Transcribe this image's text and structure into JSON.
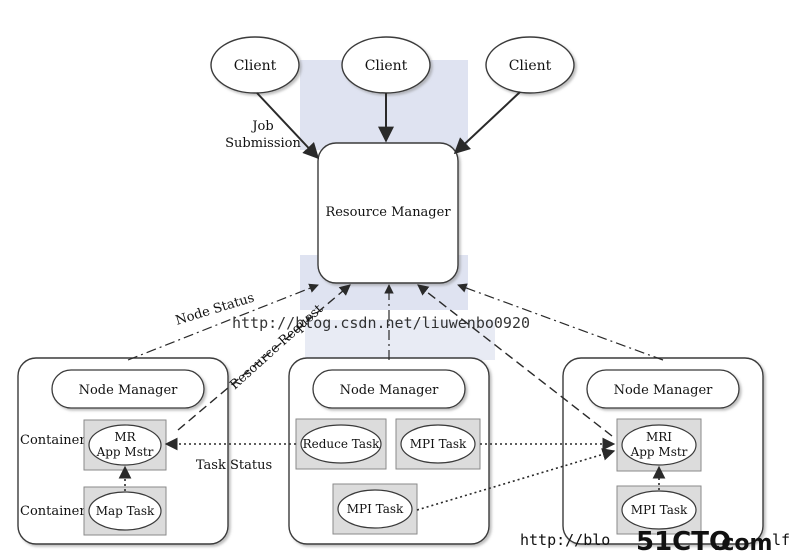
{
  "clients": [
    {
      "label": "Client"
    },
    {
      "label": "Client"
    },
    {
      "label": "Client"
    }
  ],
  "resource_manager": {
    "label": "Resource Manager"
  },
  "nodes": [
    {
      "node_manager": "Node Manager",
      "containers": [
        {
          "label": "Container",
          "content": [
            "MR",
            "App Mstr"
          ]
        },
        {
          "label": "Container",
          "content": [
            "Map Task"
          ]
        }
      ]
    },
    {
      "node_manager": "Node Manager",
      "tasks": [
        "Reduce Task",
        "MPI Task",
        "MPI Task"
      ]
    },
    {
      "node_manager": "Node Manager",
      "tasks": [
        [
          "MRI",
          "App Mstr"
        ],
        "MPI Task"
      ]
    }
  ],
  "edge_labels": {
    "job_submission": [
      "Job",
      "Submission"
    ],
    "node_status": "Node Status",
    "resource_request": "Resource Request",
    "task_status": "Task Status"
  },
  "watermarks": {
    "center_url": "http://blog.csdn.net/liuwenbo0920",
    "corner_url_left": "http://blo",
    "corner_url_right": "lf",
    "brand": "51CTO",
    "brand_suffix": ".com"
  },
  "colors": {
    "outline": "#3a3a3a",
    "fill": "#ffffff",
    "watermark": "#b9c3dc",
    "brand": "#e05a3c"
  }
}
